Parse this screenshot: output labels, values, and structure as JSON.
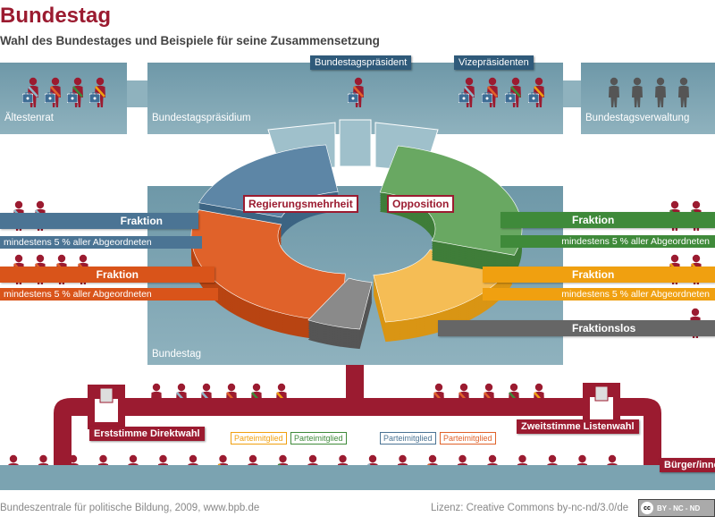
{
  "title": "Bundestag",
  "subtitle": "Wahl des Bundestages und Beispiele für seine Zusammensetzung",
  "top": {
    "aeltestenrat": "Ältestenrat",
    "praesidium": "Bundestagspräsidium",
    "praesident": "Bundestagspräsident",
    "vize": "Vizepräsidenten",
    "verwaltung": "Bundestagsverwaltung"
  },
  "center": {
    "bundestag": "Bundestag",
    "regierung": "Regierungsmehrheit",
    "opposition": "Opposition"
  },
  "fraktionen": {
    "left": [
      {
        "label": "Fraktion",
        "sub": "mindestens 5 % aller Abgeordneten",
        "color": "#4b7494"
      },
      {
        "label": "Fraktion",
        "sub": "mindestens 5 % aller Abgeordneten",
        "color": "#d9541a"
      }
    ],
    "right": [
      {
        "label": "Fraktion",
        "sub": "mindestens 5 % aller Abgeordneten",
        "color": "#3f8a3a"
      },
      {
        "label": "Fraktion",
        "sub": "mindestens 5 % aller Abgeordneten",
        "color": "#f0a010"
      }
    ],
    "fraktionslos": "Fraktionslos"
  },
  "wahl": {
    "erststimme": "Erststimme Direktwahl",
    "zweitstimme": "Zweitstimme Listenwahl",
    "buerger": "Bürger/innen",
    "parteimitglieder": [
      {
        "label": "Parteimitglied",
        "color": "#f0a010"
      },
      {
        "label": "Parteimitglied",
        "color": "#3f8a3a"
      },
      {
        "label": "Parteimitglied",
        "color": "#4b7494"
      },
      {
        "label": "Parteimitglied",
        "color": "#e0622a"
      }
    ]
  },
  "colors": {
    "accent": "#9b1b30",
    "panel": "#7ba3b1",
    "label_bg": "#2f5a7a",
    "gray": "#666666"
  },
  "footer": {
    "left": "Bundeszentrale für politische Bildung, 2009, www.bpb.de",
    "right": "Lizenz: Creative Commons by-nc-nd/3.0/de",
    "cc_badge": "BY - NC - ND",
    "cc_icon": "cc"
  }
}
